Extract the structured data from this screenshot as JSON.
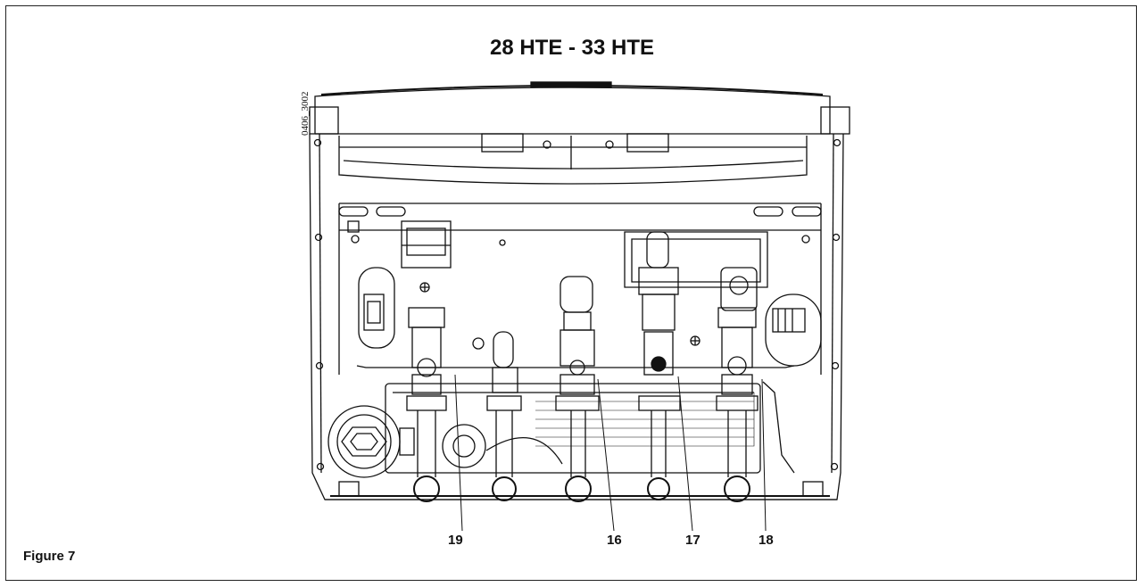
{
  "figure": {
    "title": "28 HTE - 33 HTE",
    "label": "Figure 7",
    "drawing_code": "0406_3002"
  },
  "callouts": [
    {
      "id": "c19",
      "text": "19"
    },
    {
      "id": "c16",
      "text": "16"
    },
    {
      "id": "c17",
      "text": "17"
    },
    {
      "id": "c18",
      "text": "18"
    }
  ],
  "colors": {
    "line": "#111111",
    "background": "#ffffff",
    "shade": "#e6e6e6"
  }
}
